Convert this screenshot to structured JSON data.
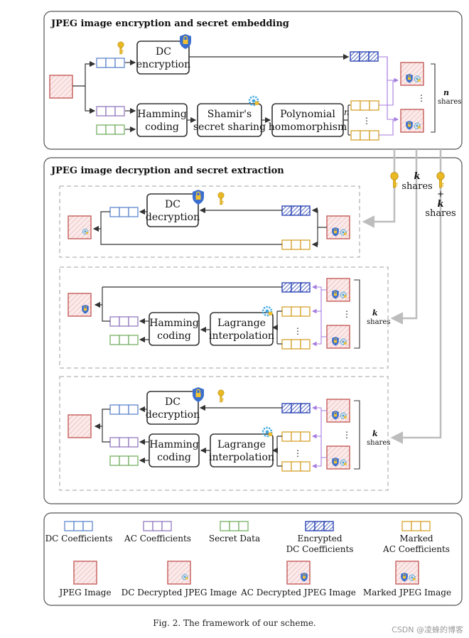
{
  "sections": {
    "embed_title": "JPEG image encryption and secret embedding",
    "extract_title": "JPEG image decryption and secret extraction"
  },
  "boxes": {
    "dc_encryption": [
      "DC",
      "encryption"
    ],
    "dc_decryption": [
      "DC",
      "decryption"
    ],
    "hamming": [
      "Hamming",
      "coding"
    ],
    "shamir": [
      "Shamir's",
      "secret sharing"
    ],
    "polynomial": [
      "Polynomial",
      "homomorphism"
    ],
    "lagrange": [
      "Lagrange",
      "interpolation"
    ]
  },
  "labels": {
    "n": "n",
    "k": "k",
    "shares": "shares",
    "plus": "+",
    "dots": "⋮"
  },
  "legend": {
    "dc_coefficients": "DC Coefficients",
    "ac_coefficients": "AC Coefficients",
    "secret_data": "Secret Data",
    "encrypted_dc": [
      "Encrypted",
      "DC Coefficients"
    ],
    "marked_ac": [
      "Marked",
      "AC Coefficients"
    ],
    "jpeg_image": "JPEG Image",
    "dc_decrypted": "DC Decrypted JPEG Image",
    "ac_decrypted": "AC Decrypted JPEG Image",
    "marked_jpeg": "Marked JPEG Image"
  },
  "caption": "Fig. 2.  The framework of our scheme.",
  "watermark": "CSDN @凌蜂的博客",
  "colors": {
    "dc": "#6a8fd0",
    "ac": "#9a82c4",
    "secret": "#7fb56e",
    "encrypted": "#2f48b5",
    "marked": "#d9a83a",
    "image": "#c0504d",
    "image_fill": "#fbeaea",
    "arrow": "#333333",
    "gray_arrow": "#bdbdbd",
    "purple_arrow": "#a57be0",
    "shield": "#3b6fcf",
    "key": "#e8b923"
  }
}
